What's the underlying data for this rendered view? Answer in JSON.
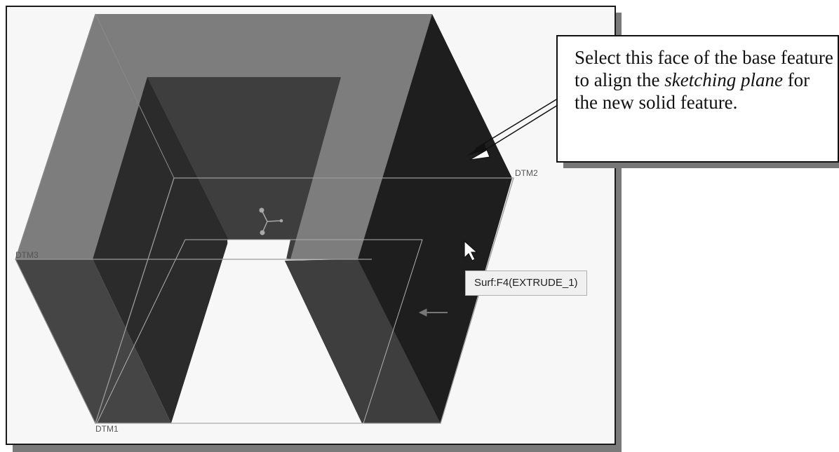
{
  "viewport": {
    "background": "#f7f7f7",
    "datums": {
      "dtm1": "DTM1",
      "dtm2": "DTM2",
      "dtm3": "DTM3"
    },
    "tooltip": "Surf:F4(EXTRUDE_1)"
  },
  "callout": {
    "part1": "Select this face of the base feature to align the ",
    "italic1": "sketching plane",
    "part2": " for the new solid feature."
  },
  "colors": {
    "top_face": "#7d7d7d",
    "dark_face": "#1e1e1e",
    "mid_face": "#3e3e3e",
    "left_face": "#454545"
  }
}
